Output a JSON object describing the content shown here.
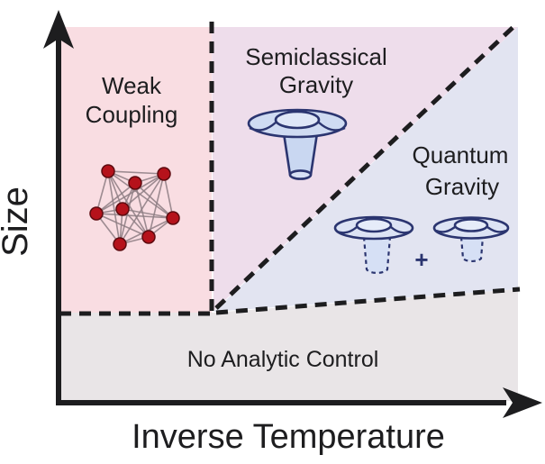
{
  "figure": {
    "type": "phase-diagram",
    "x_axis_label": "Inverse Temperature",
    "y_axis_label": "Size"
  },
  "regions": [
    {
      "id": "weak-coupling",
      "label_lines": [
        "Weak",
        "Coupling"
      ],
      "color": "#f9dde2",
      "icon": "coupled-network-icon"
    },
    {
      "id": "semiclassical-gravity",
      "label_lines": [
        "Semiclassical",
        "Gravity"
      ],
      "color": "#eeddeb",
      "icon": "wormhole-funnel-icon"
    },
    {
      "id": "quantum-gravity",
      "label_lines": [
        "Quantum",
        "Gravity"
      ],
      "color": "#e2e4f1",
      "icon": "superposed-dashed-funnels-icon"
    },
    {
      "id": "no-analytic-control",
      "label_lines": [
        "No Analytic Control"
      ],
      "color": "#e9e5e7",
      "icon": ""
    }
  ],
  "operators": {
    "plus": "+"
  },
  "colors": {
    "axis": "#1d1d1f",
    "dashed_boundary": "#1d1d1f",
    "text": "#1d1d1f",
    "funnel_outline": "#2b3570",
    "funnel_fill": "#ccd9f1",
    "funnel_inner_fill": "#dfe7f7",
    "network_node": "#b5121b",
    "network_edge": "#8d7d82",
    "background": "#ffffff"
  }
}
